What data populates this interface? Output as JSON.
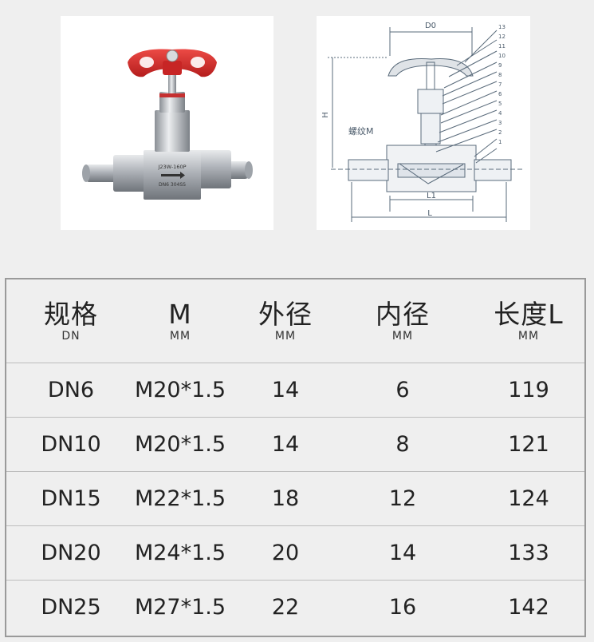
{
  "photo": {
    "body_text_line1": "J23W-160P",
    "body_text_line2": "DN6  304SS"
  },
  "drawing": {
    "dim_d0": "D0",
    "dim_h": "H",
    "thread_label": "螺纹M",
    "dim_l1": "L1",
    "dim_l": "L",
    "part_numbers": [
      "13",
      "12",
      "11",
      "10",
      "9",
      "8",
      "7",
      "6",
      "5",
      "4",
      "3",
      "2",
      "1"
    ]
  },
  "table": {
    "headers": [
      {
        "main": "规格",
        "sub": "DN"
      },
      {
        "main": "M",
        "sub": "MM"
      },
      {
        "main": "外径",
        "sub": "MM"
      },
      {
        "main": "内径",
        "sub": "MM"
      },
      {
        "main": "长度L",
        "sub": "MM"
      }
    ],
    "rows": [
      [
        "DN6",
        "M20*1.5",
        "14",
        "6",
        "119"
      ],
      [
        "DN10",
        "M20*1.5",
        "14",
        "8",
        "121"
      ],
      [
        "DN15",
        "M22*1.5",
        "18",
        "12",
        "124"
      ],
      [
        "DN20",
        "M24*1.5",
        "20",
        "14",
        "133"
      ],
      [
        "DN25",
        "M27*1.5",
        "22",
        "16",
        "142"
      ]
    ]
  },
  "colors": {
    "handwheel": "#d42a2a",
    "steel": "#b8bcc2",
    "table_border": "#9a9a9a"
  }
}
